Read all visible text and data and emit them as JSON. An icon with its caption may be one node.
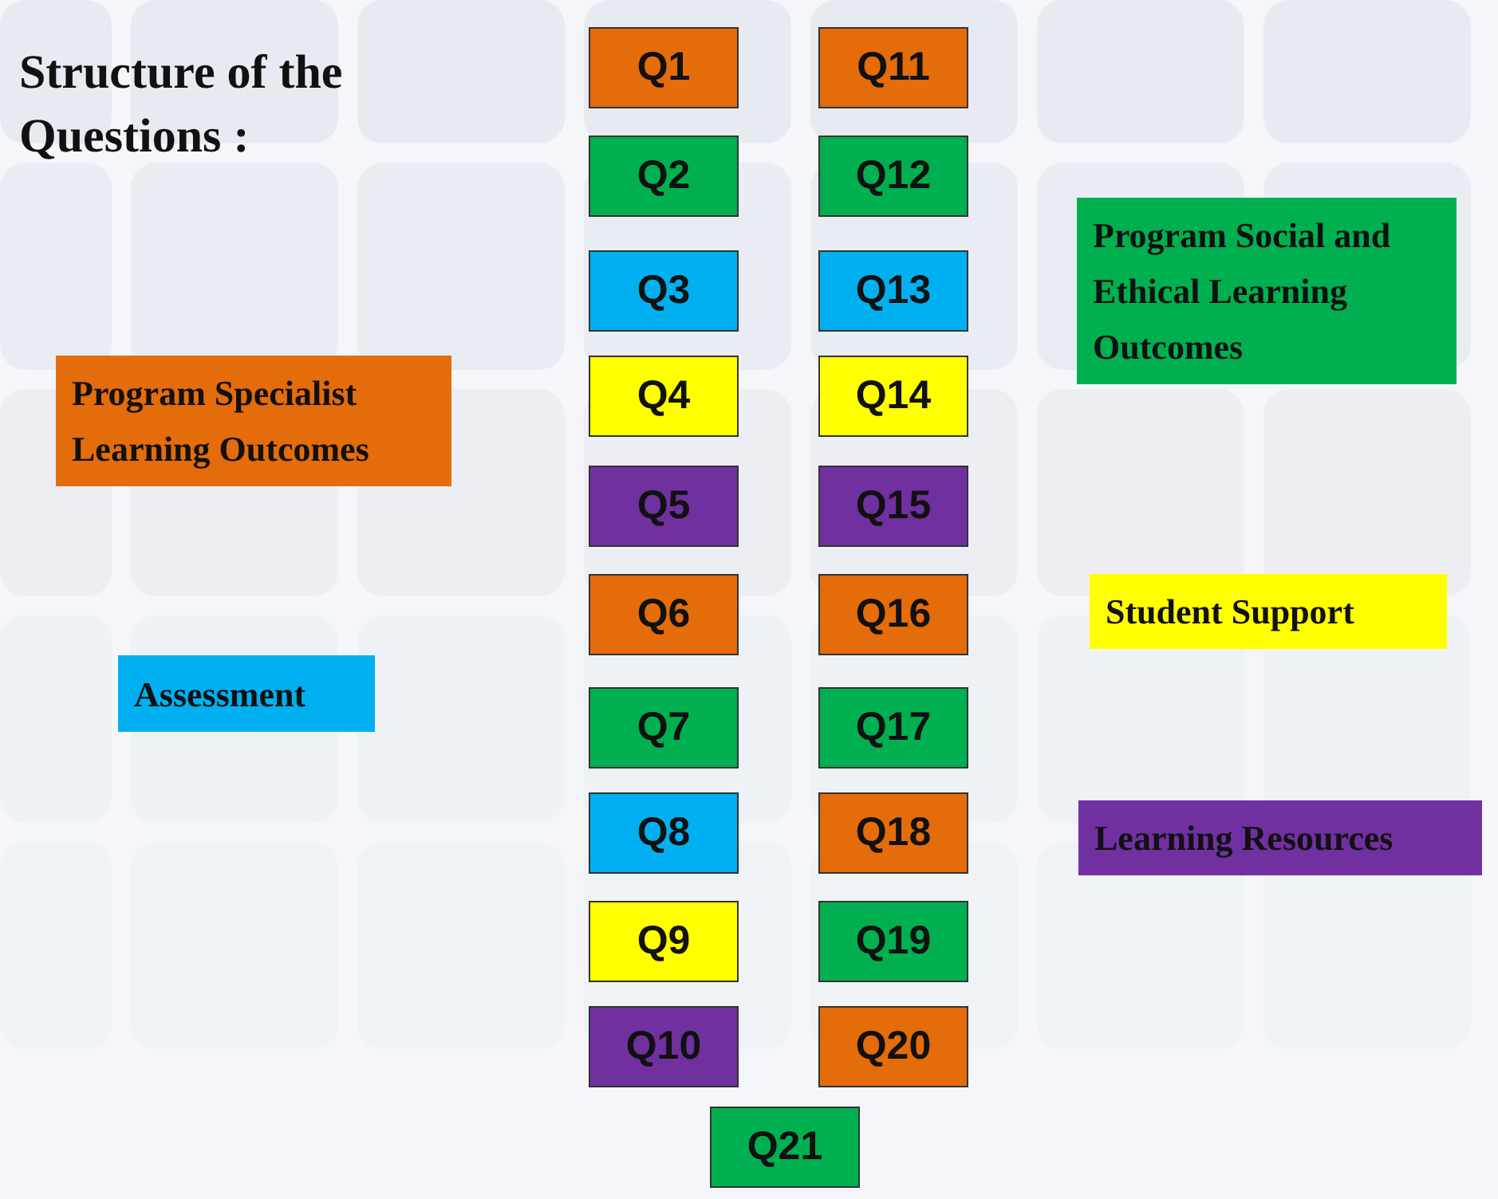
{
  "diagram": {
    "title": "Structure of the Questions :",
    "nodes": [
      {
        "text": [
          "Q1"
        ]
      },
      {
        "text": [
          "Q2"
        ]
      },
      {
        "text": [
          "Q3"
        ]
      },
      {
        "text": [
          "Q4"
        ]
      },
      {
        "text": [
          "Q5"
        ]
      },
      {
        "text": [
          "Q6"
        ]
      },
      {
        "text": [
          "Q7"
        ]
      },
      {
        "text": [
          "Q8"
        ]
      },
      {
        "text": [
          "Q9"
        ]
      },
      {
        "text": [
          "Q10"
        ]
      },
      {
        "text": [
          "Q11"
        ]
      },
      {
        "text": [
          "Q12"
        ]
      },
      {
        "text": [
          "Q13"
        ]
      },
      {
        "text": [
          "Q14"
        ]
      },
      {
        "text": [
          "Q15"
        ]
      },
      {
        "text": [
          "Q16"
        ]
      },
      {
        "text": [
          "Q17"
        ]
      },
      {
        "text": [
          "Q18"
        ]
      },
      {
        "text": [
          "Q19"
        ]
      },
      {
        "text": [
          "Q20"
        ]
      },
      {
        "text": [
          "Q21"
        ]
      }
    ],
    "edges": [],
    "legend": [
      {
        "text": "Program Specialist Learning Outcomes",
        "color": "#e46c0a"
      },
      {
        "text": "Program Social and Ethical Learning Outcomes",
        "color": "#00b050"
      },
      {
        "text": "Assessment",
        "color": "#00b0f0"
      },
      {
        "text": "Student Support",
        "color": "#ffff00"
      },
      {
        "text": "Learning Resources",
        "color": "#7030a0"
      }
    ]
  }
}
